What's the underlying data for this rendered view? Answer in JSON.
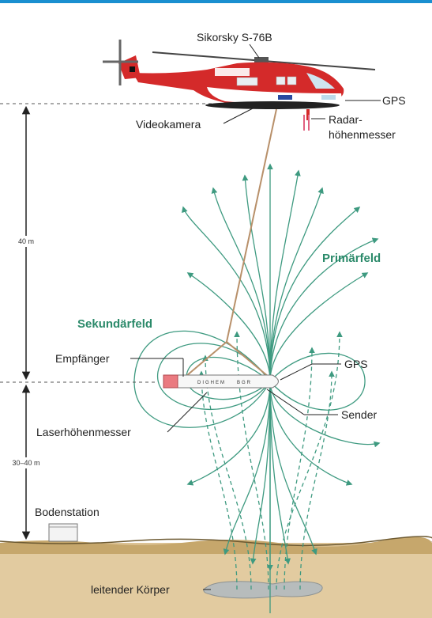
{
  "diagram": {
    "colors": {
      "top_bar": "#1a8fd0",
      "field_line": "#3e9a80",
      "helicopter_red": "#d42a2a",
      "tow_cable": "#b8906a",
      "ground": "#dcc294",
      "ground_top": "#bfa064",
      "conductive_body": "#b7bcbc",
      "label_green": "#2b8a6a"
    },
    "labels": {
      "helicopter": "Sikorsky S-76B",
      "gps_top": "GPS",
      "videokamera": "Videokamera",
      "radar_line1": "Radar-",
      "radar_line2": "höhenmesser",
      "primaerfeld": "Primärfeld",
      "sekundaerfeld": "Sekundärfeld",
      "empfaenger": "Empfänger",
      "gps_bird": "GPS",
      "sender": "Sender",
      "laser": "Laserhöhenmesser",
      "bodenstation": "Bodenstation",
      "koerper": "leitender Körper",
      "bird_text1": "DIGHEM",
      "bird_text2": "BGR"
    },
    "altitudes": {
      "heli_to_bird": "40 m",
      "bird_to_ground": "30–40 m"
    }
  }
}
